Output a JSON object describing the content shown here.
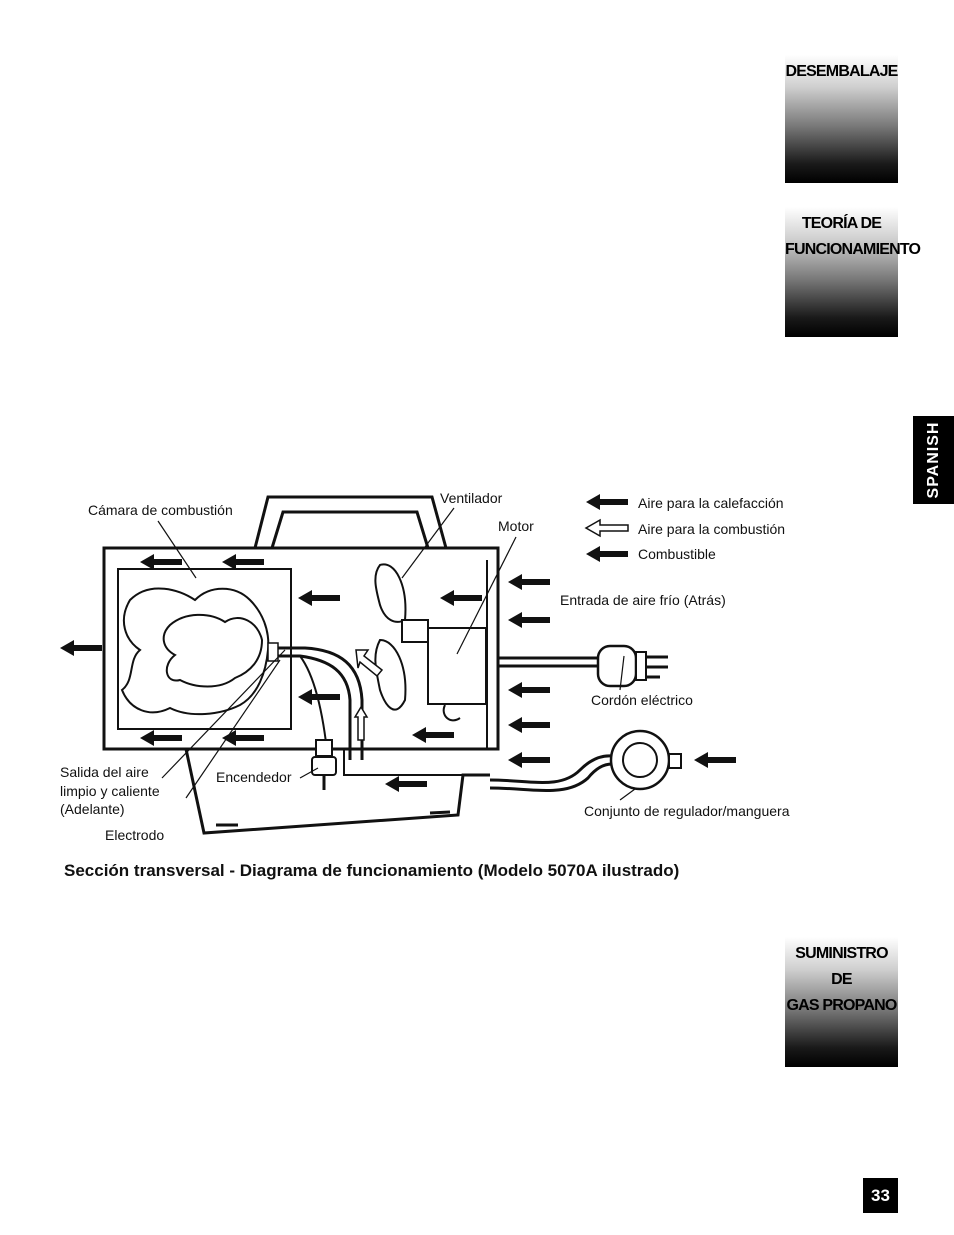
{
  "tabs": {
    "desembalaje": "DESEMBALAJE",
    "teoria_line1": "TEORÍA DE",
    "teoria_line2": "FUNCIONAMIENTO",
    "suministro_line1": "SUMINISTRO DE",
    "suministro_line2": "GAS PROPANO"
  },
  "language_tab": "SPANISH",
  "page_number": "33",
  "caption": "Sección transversal - Diagrama de funcionamiento (Modelo 5070A ilustrado)",
  "diagram": {
    "labels": {
      "camara": "Cámara de combustión",
      "ventilador": "Ventilador",
      "motor": "Motor",
      "entrada": "Entrada de aire frío (Atrás)",
      "cordon": "Cordón eléctrico",
      "salida_1": "Salida del aire",
      "salida_2": "limpio y caliente",
      "salida_3": "(Adelante)",
      "encendedor": "Encendedor",
      "electrodo": "Electrodo",
      "conjunto": "Conjunto de regulador/manguera"
    },
    "legend": [
      {
        "label": "Aire para la calefacción",
        "style": "filled"
      },
      {
        "label": "Aire para la combustión",
        "style": "outline"
      },
      {
        "label": "Combustible",
        "style": "filled"
      }
    ]
  }
}
